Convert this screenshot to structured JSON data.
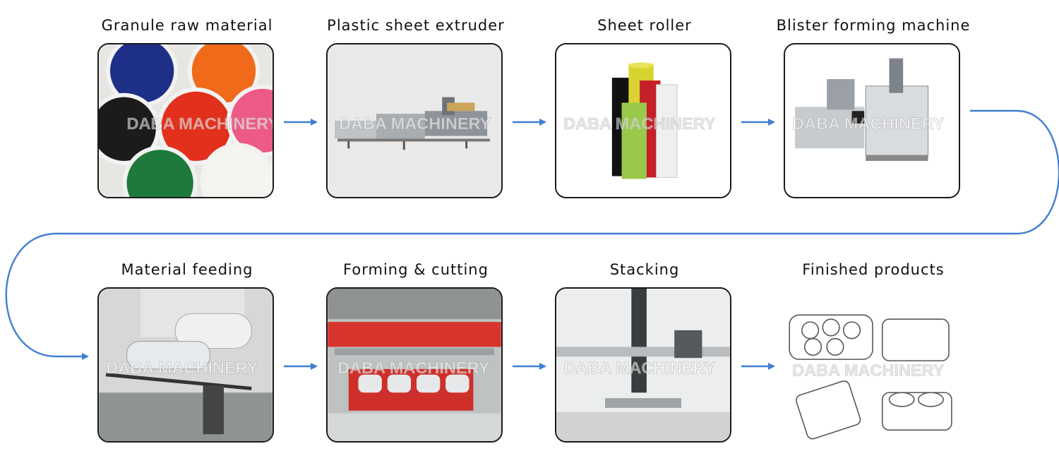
{
  "steps": [
    {
      "label": "Granule raw material"
    },
    {
      "label": "Plastic sheet extruder"
    },
    {
      "label": "Sheet roller"
    },
    {
      "label": "Blister forming machine"
    },
    {
      "label": "Material feeding"
    },
    {
      "label": "Forming & cutting"
    },
    {
      "label": "Stacking"
    },
    {
      "label": "Finished products"
    }
  ],
  "watermark": "DABA MACHINERY",
  "colors": {
    "arrow": "#3f7fd0",
    "border": "#1a1a1a"
  }
}
